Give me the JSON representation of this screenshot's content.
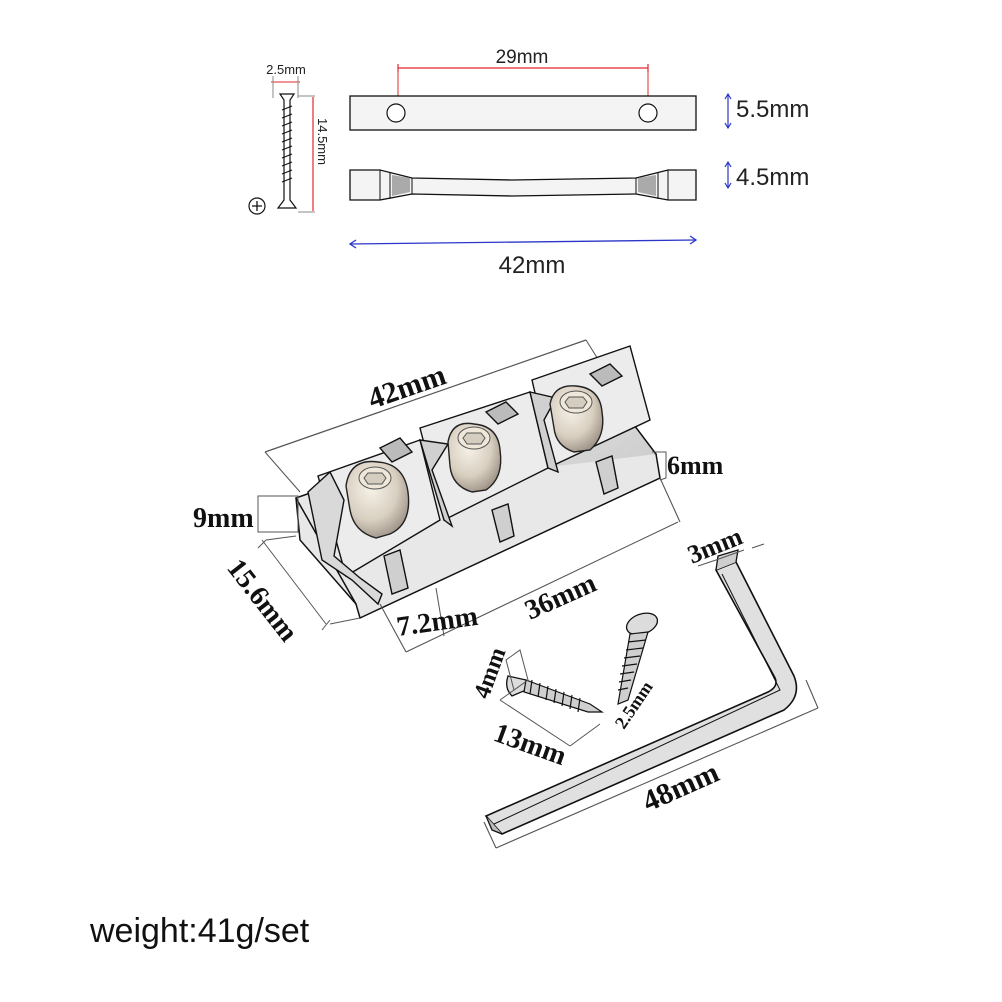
{
  "top_diagram": {
    "screw_diameter": "2.5mm",
    "screw_length": "14.5mm",
    "hole_spacing": "29mm",
    "top_height": "5.5mm",
    "bottom_height": "4.5mm",
    "total_length": "42mm"
  },
  "nut_diagram": {
    "length": "42mm",
    "height_right": "6mm",
    "height_left": "9mm",
    "depth": "15.6mm",
    "pad_width": "7.2mm",
    "span": "36mm"
  },
  "screw_diagram": {
    "head": "4mm",
    "length": "13mm",
    "thread": "2.5mm"
  },
  "wrench_diagram": {
    "size": "3mm",
    "length": "48mm"
  },
  "colors": {
    "red_dim": "#e0282d",
    "blue_dim": "#2b36c9",
    "outline": "#111111"
  },
  "footer": {
    "weight": "weight:41g/set"
  }
}
